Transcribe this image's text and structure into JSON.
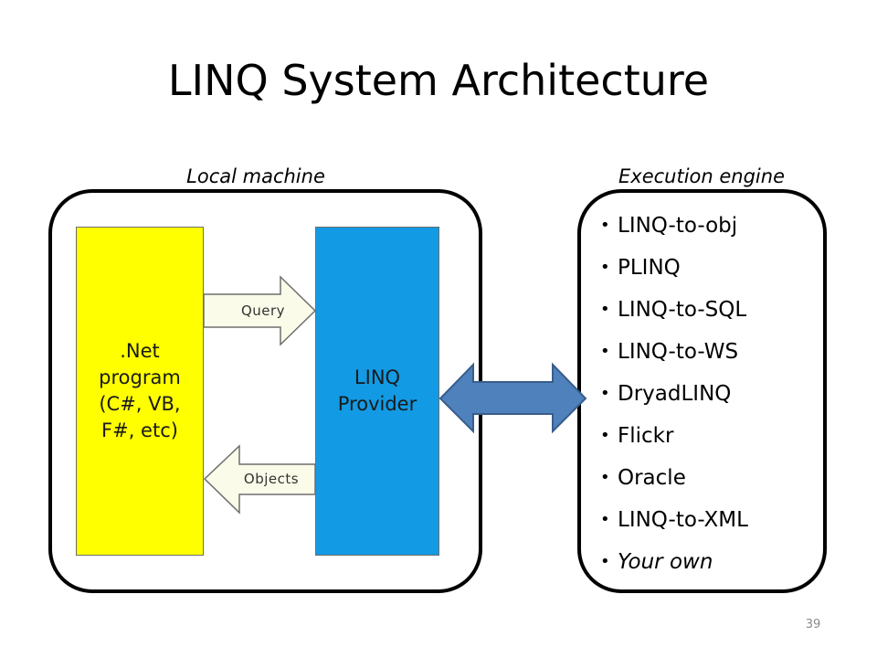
{
  "slide": {
    "title": "LINQ System Architecture",
    "page_number": "39"
  },
  "local_machine": {
    "caption": "Local machine",
    "net_program": ".Net\nprogram\n(C#, VB,\nF#, etc)",
    "linq_provider": "LINQ\nProvider",
    "query_arrow_label": "Query",
    "objects_arrow_label": "Objects"
  },
  "execution_engine": {
    "caption": "Execution engine",
    "items": [
      "LINQ-to-obj",
      "PLINQ",
      "LINQ-to-SQL",
      "LINQ-to-WS",
      "DryadLINQ",
      "Flickr",
      "Oracle",
      "LINQ-to-XML",
      "Your own"
    ]
  },
  "colors": {
    "net_program_fill": "#ffff00",
    "linq_provider_fill": "#129ae4",
    "double_arrow_fill": "#4f81bd",
    "double_arrow_stroke": "#385d8a",
    "small_arrow_fill": "#fbfbe9"
  }
}
